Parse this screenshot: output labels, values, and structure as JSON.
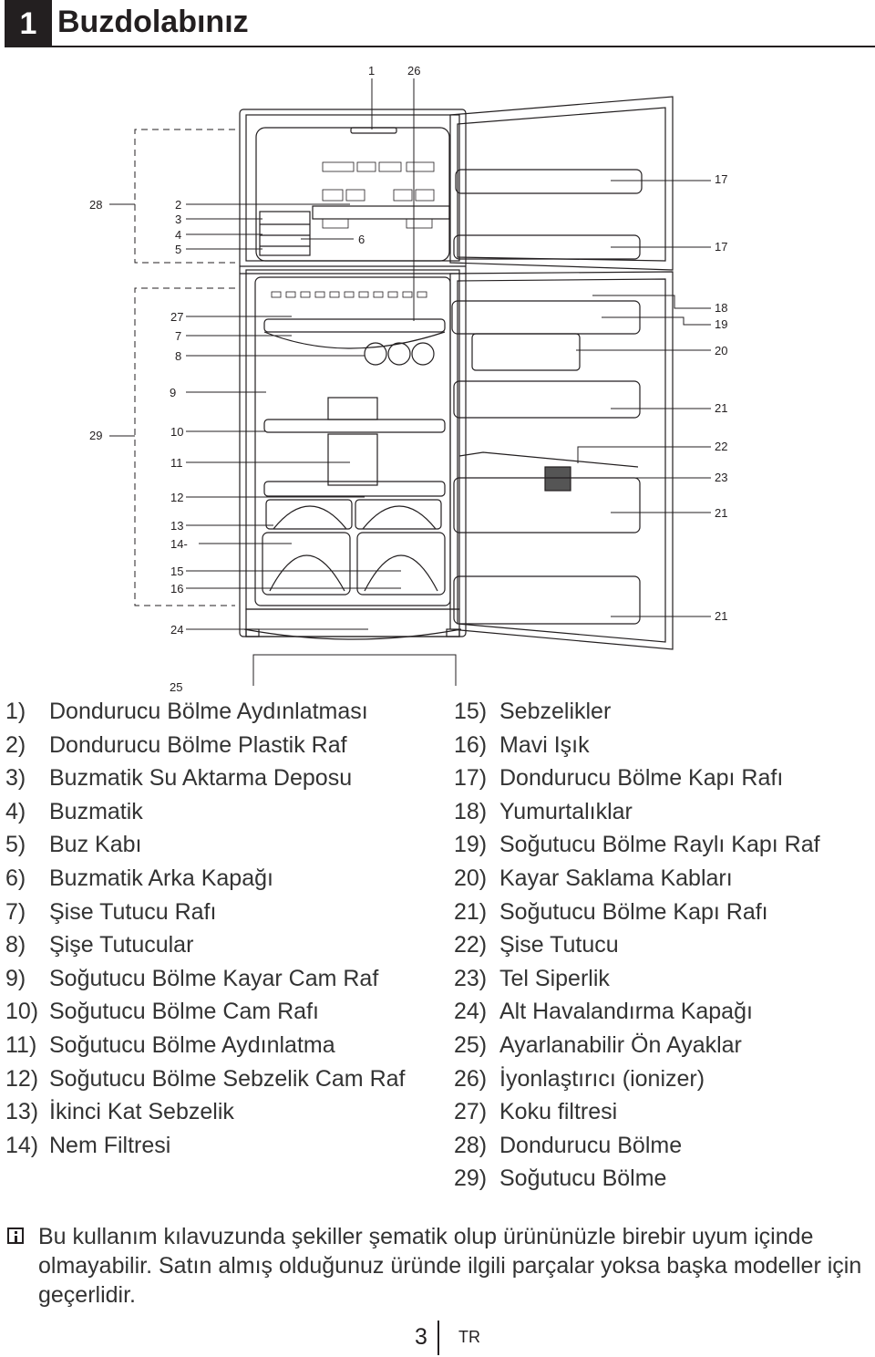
{
  "header": {
    "chapter_number": "1",
    "title": "Buzdolabınız"
  },
  "diagram_labels": {
    "c1": "1",
    "c26": "26",
    "c28": "28",
    "c2": "2",
    "c3": "3",
    "c4": "4",
    "c5": "5",
    "c6": "6",
    "c17a": "17",
    "c17b": "17",
    "c27": "27",
    "c7": "7",
    "c8": "8",
    "c9": "9",
    "c29": "29",
    "c10": "10",
    "c11": "11",
    "c12": "12",
    "c13": "13",
    "c14": "14-",
    "c15": "15",
    "c16": "16",
    "c24": "24",
    "c25": "25",
    "c18": "18",
    "c19": "19",
    "c20": "20",
    "c21a": "21",
    "c22": "22",
    "c23": "23",
    "c21b": "21",
    "c21c": "21"
  },
  "legend_left": [
    {
      "num": "1)",
      "text": "Dondurucu Bölme Aydınlatması"
    },
    {
      "num": "2)",
      "text": "Dondurucu Bölme Plastik Raf"
    },
    {
      "num": "3)",
      "text": "Buzmatik Su Aktarma Deposu"
    },
    {
      "num": "4)",
      "text": "Buzmatik"
    },
    {
      "num": "5)",
      "text": "Buz Kabı"
    },
    {
      "num": "6)",
      "text": "Buzmatik Arka Kapağı"
    },
    {
      "num": "7)",
      "text": "Şise Tutucu Rafı"
    },
    {
      "num": "8)",
      "text": "Şişe Tutucular"
    },
    {
      "num": "9)",
      "text": "Soğutucu Bölme Kayar Cam Raf"
    },
    {
      "num": "10)",
      "text": "Soğutucu Bölme Cam Rafı"
    },
    {
      "num": "11)",
      "text": "Soğutucu Bölme Aydınlatma"
    },
    {
      "num": "12)",
      "text": "Soğutucu Bölme Sebzelik Cam Raf"
    },
    {
      "num": "13)",
      "text": "İkinci Kat Sebzelik"
    },
    {
      "num": "14)",
      "text": "Nem Filtresi"
    }
  ],
  "legend_right": [
    {
      "num": "15)",
      "text": "Sebzelikler"
    },
    {
      "num": "16)",
      "text": "Mavi Işık"
    },
    {
      "num": "17)",
      "text": "Dondurucu Bölme Kapı Rafı"
    },
    {
      "num": "18)",
      "text": "Yumurtalıklar"
    },
    {
      "num": "19)",
      "text": "Soğutucu Bölme Raylı Kapı Raf"
    },
    {
      "num": "20)",
      "text": "Kayar Saklama Kabları"
    },
    {
      "num": "21)",
      "text": "Soğutucu Bölme Kapı Rafı"
    },
    {
      "num": "22)",
      "text": "Şise Tutucu"
    },
    {
      "num": "23)",
      "text": "Tel Siperlik"
    },
    {
      "num": "24)",
      "text": "Alt Havalandırma Kapağı"
    },
    {
      "num": "25)",
      "text": "Ayarlanabilir Ön Ayaklar"
    },
    {
      "num": "26)",
      "text": "İyonlaştırıcı (ionizer)"
    },
    {
      "num": "27)",
      "text": "Koku filtresi"
    },
    {
      "num": "28)",
      "text": "Dondurucu Bölme"
    },
    {
      "num": "29)",
      "text": "Soğutucu Bölme"
    }
  ],
  "note": {
    "icon": "info-icon",
    "text": "Bu kullanım kılavuzunda şekiller şematik olup ürününüzle birebir uyum içinde olmayabilir. Satın almış olduğunuz üründe ilgili parçalar yoksa başka modeller için geçerlidir."
  },
  "footer": {
    "page_number": "3",
    "language": "TR"
  }
}
